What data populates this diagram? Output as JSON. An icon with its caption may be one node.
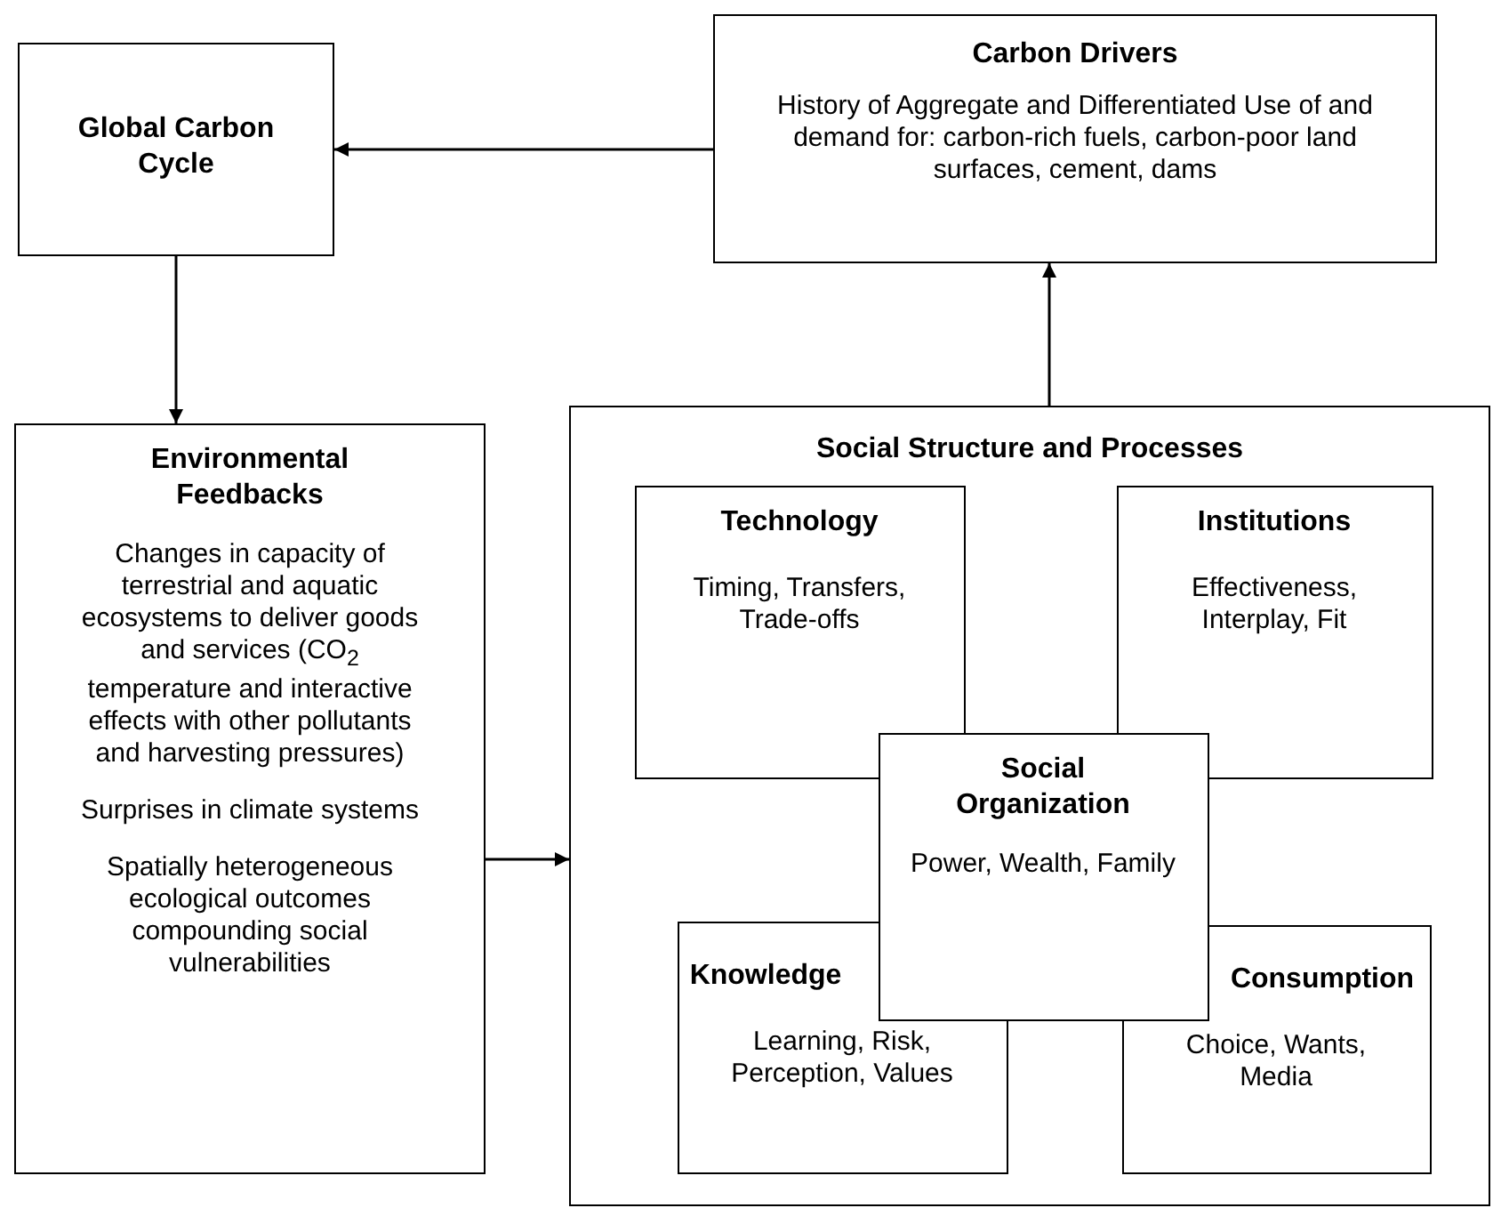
{
  "diagram": {
    "nodes": [
      {
        "text": [
          "Global Carbon Cycle"
        ]
      },
      {
        "text": [
          "Carbon Drivers",
          "History of Aggregate and Differentiated Use of and demand for: carbon-rich fuels, carbon-poor land surfaces, cement, dams"
        ]
      },
      {
        "text": [
          "Environmental Feedbacks",
          "Changes in capacity of terrestrial and aquatic ecosystems to deliver goods and services (CO$_{2}$ temperature and interactive effects with other pollutants and harvesting pressures)",
          "Surprises in climate systems",
          "Spatially heterogeneous ecological outcomes compounding social vulnerabilities"
        ]
      },
      {
        "text": [
          "Social Structure and Processes"
        ]
      },
      {
        "text": [
          "Technology",
          "Timing, Transfers, Trade-offs"
        ],
        "in": 3
      },
      {
        "text": [
          "Institutions",
          "Effectiveness, Interplay, Fit"
        ],
        "in": 3
      },
      {
        "text": [
          "Social Organization",
          "Power, Wealth, Family"
        ],
        "in": 3
      },
      {
        "text": [
          "Knowledge",
          "Learning, Risk, Perception, Values"
        ],
        "in": 3
      },
      {
        "text": [
          "Consumption",
          "Choice, Wants, Media"
        ],
        "in": 3
      }
    ],
    "edges": [
      {
        "from": 1,
        "to": 0,
        "arrow": "to"
      },
      {
        "from": 0,
        "to": 2,
        "arrow": "to"
      },
      {
        "from": 2,
        "to": 3,
        "arrow": "to"
      },
      {
        "from": 3,
        "to": 1,
        "arrow": "to"
      }
    ]
  }
}
